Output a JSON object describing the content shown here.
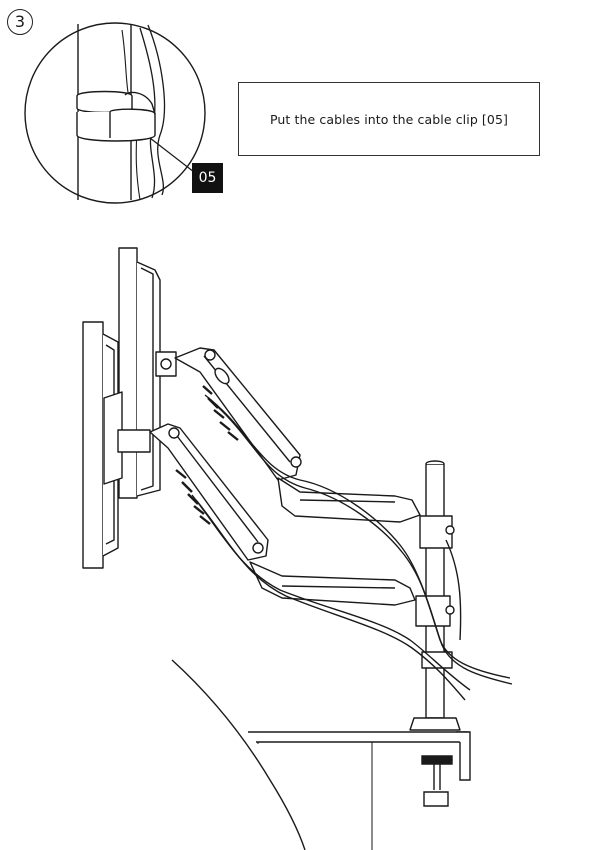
{
  "step": {
    "number": "3"
  },
  "instruction": {
    "text": "Put the cables into the cable clip [05]"
  },
  "callout": {
    "part_label": "05"
  },
  "icons": [
    "step-number",
    "detail-magnifier",
    "cable-clip",
    "monitor-arm-assembly",
    "desk-clamp"
  ]
}
